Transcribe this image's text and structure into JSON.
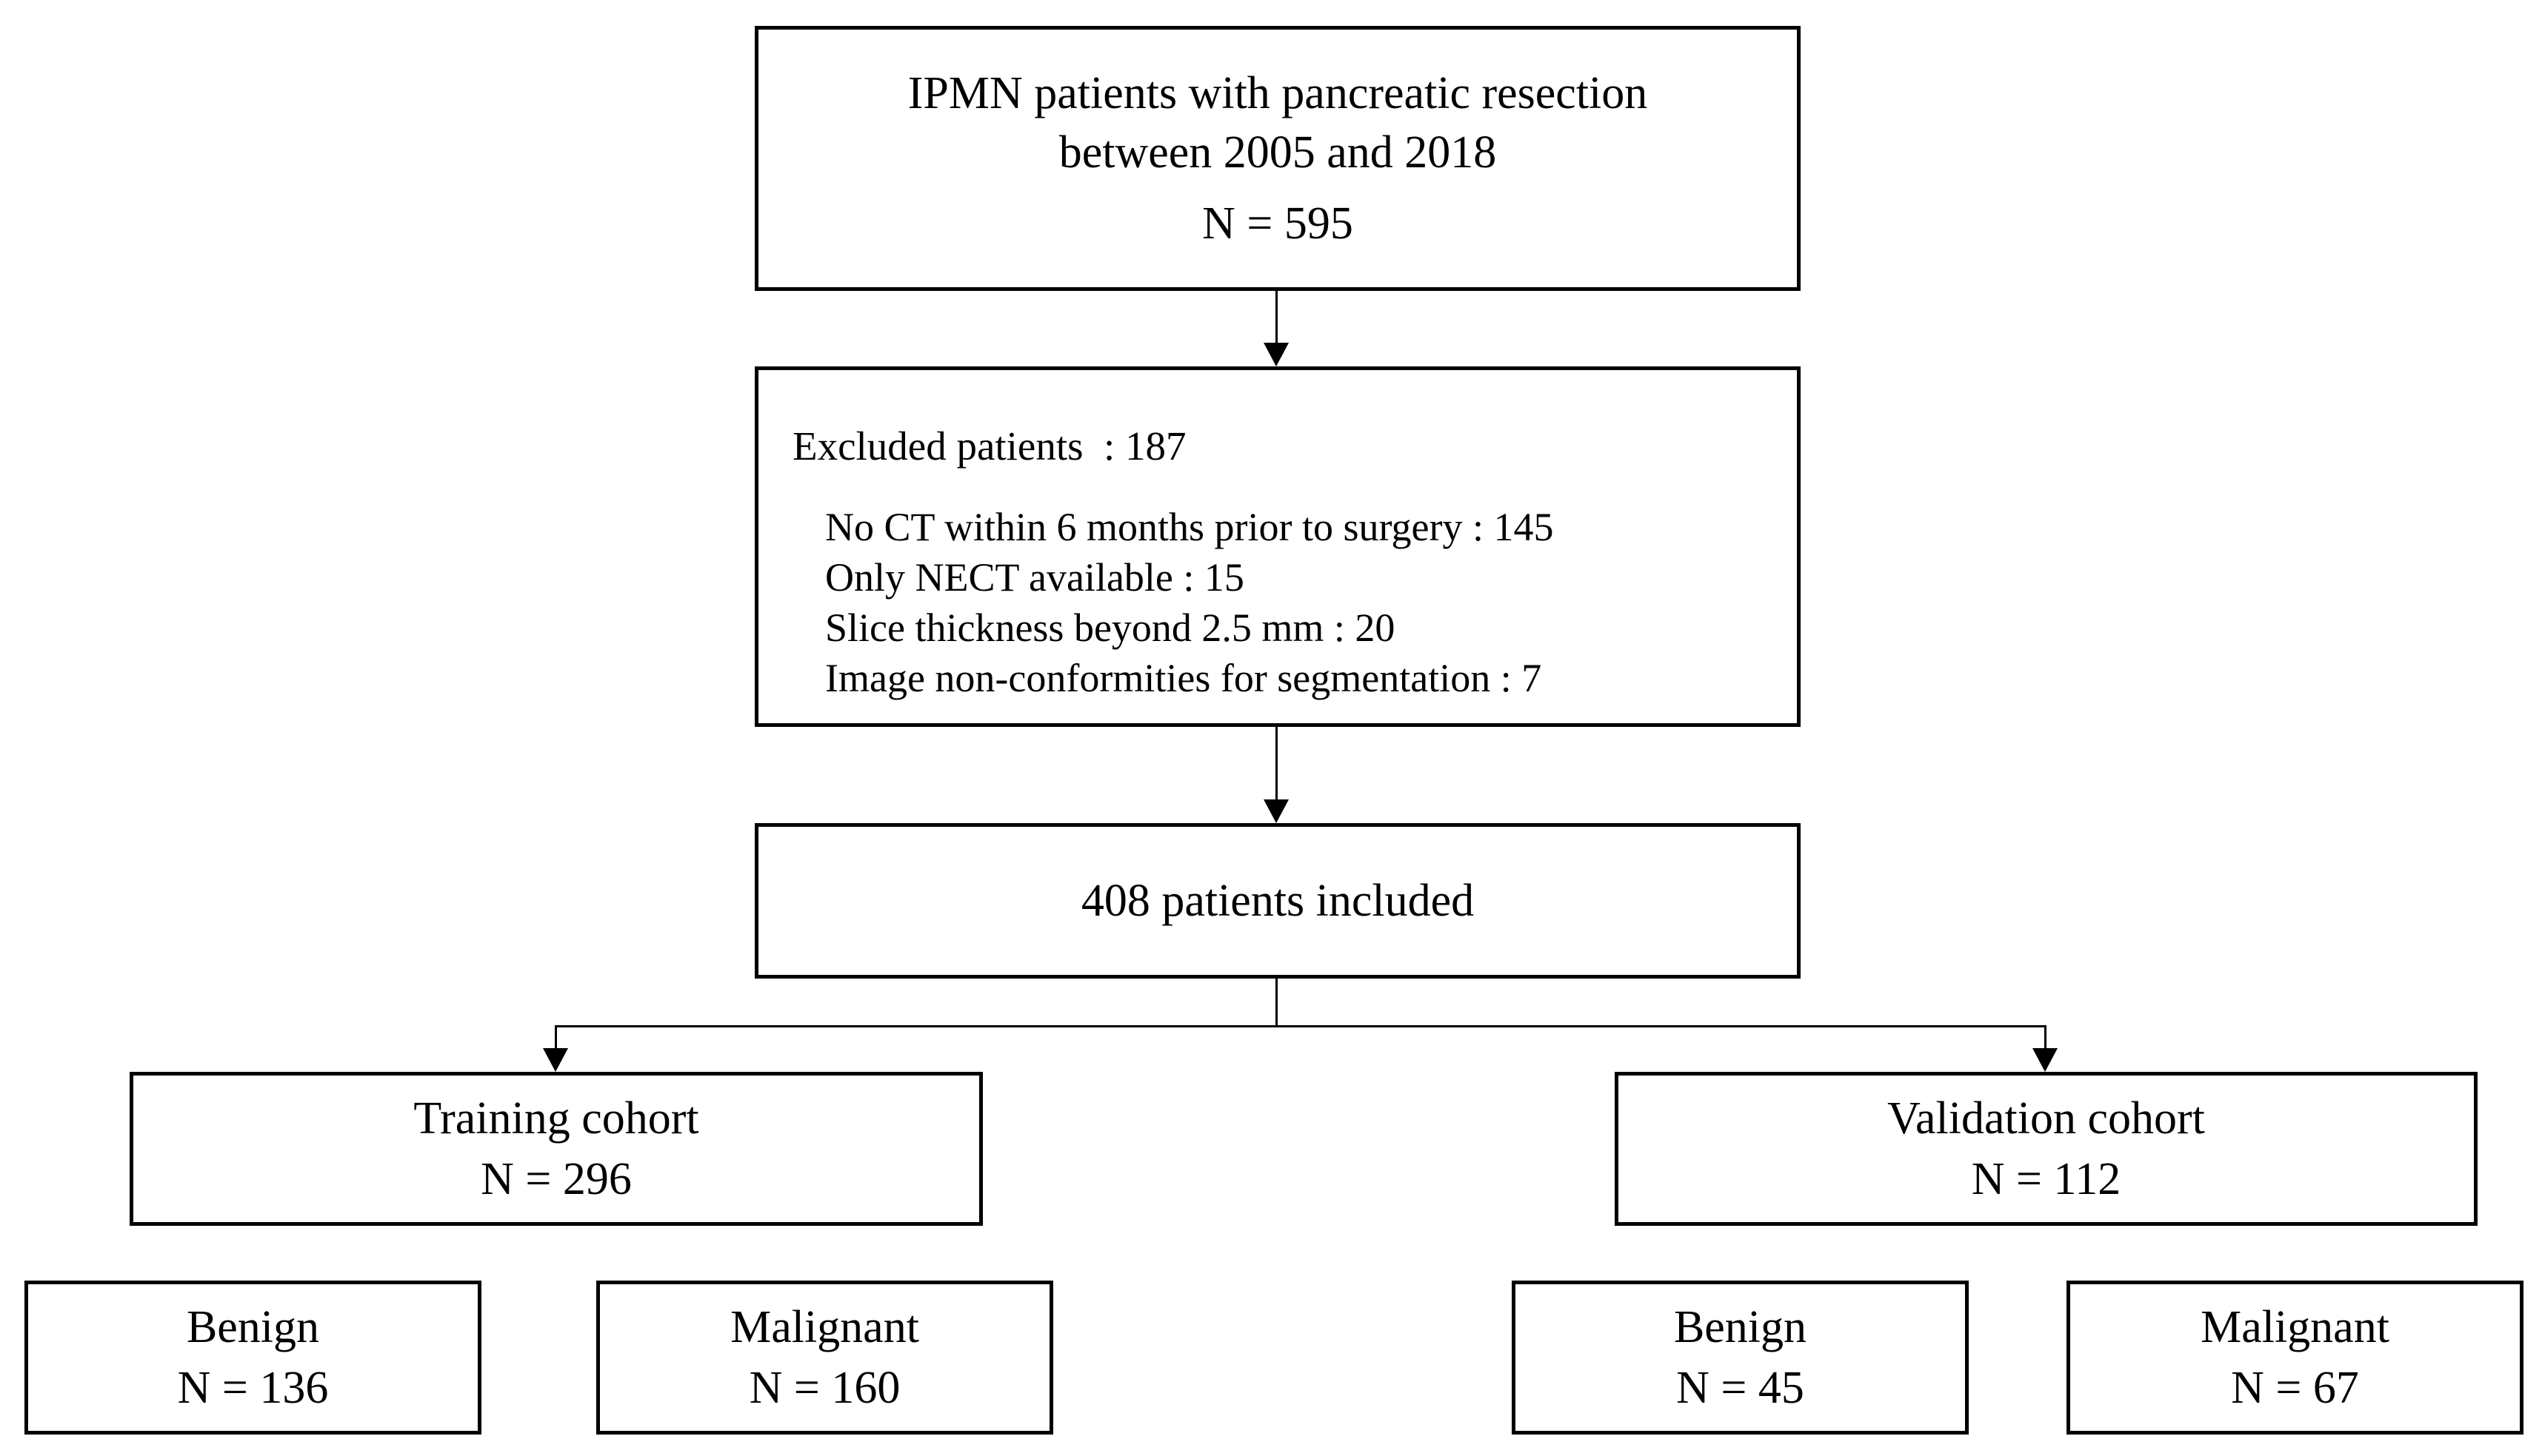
{
  "diagram": {
    "background_color": "#ffffff",
    "ink_color": "#000000",
    "boxes": {
      "source": {
        "line1": "IPMN patients with pancreatic resection",
        "line2": "between 2005 and 2018",
        "n": "N = 595"
      },
      "excluded": {
        "header": "Excluded patients  : 187",
        "items": [
          "No CT within 6 months prior to surgery : 145",
          "Only NECT available : 15",
          "Slice thickness beyond 2.5 mm : 20",
          "Image non-conformities for segmentation : 7"
        ]
      },
      "included": {
        "label": "408 patients included"
      },
      "training": {
        "title": "Training cohort",
        "n": "N = 296"
      },
      "validation": {
        "title": "Validation cohort",
        "n": "N = 112"
      },
      "training_benign": {
        "title": "Benign",
        "n": "N = 136"
      },
      "training_malignant": {
        "title": "Malignant",
        "n": "N = 160"
      },
      "validation_benign": {
        "title": "Benign",
        "n": "N = 45"
      },
      "validation_malignant": {
        "title": "Malignant",
        "n": "N = 67"
      }
    }
  }
}
